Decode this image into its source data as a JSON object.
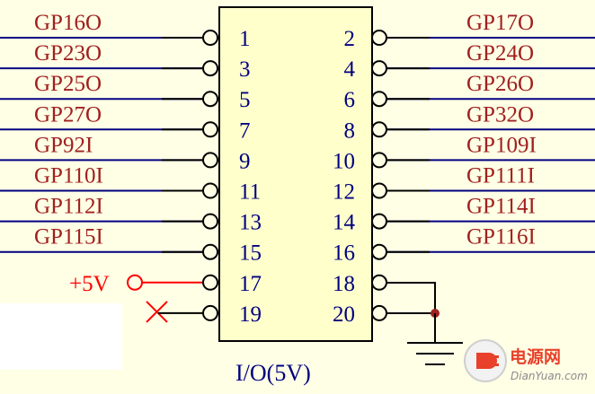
{
  "component": {
    "caption": "I/O(5V)",
    "left_pins": [
      {
        "signal": "GP16O",
        "number": "1"
      },
      {
        "signal": "GP23O",
        "number": "3"
      },
      {
        "signal": "GP25O",
        "number": "5"
      },
      {
        "signal": "GP27O",
        "number": "7"
      },
      {
        "signal": "GP92I",
        "number": "9"
      },
      {
        "signal": "GP110I",
        "number": "11"
      },
      {
        "signal": "GP112I",
        "number": "13"
      },
      {
        "signal": "GP115I",
        "number": "15"
      },
      {
        "signal": "+5V",
        "number": "17"
      },
      {
        "signal": "",
        "number": "19"
      }
    ],
    "right_pins": [
      {
        "signal": "GP17O",
        "number": "2"
      },
      {
        "signal": "GP24O",
        "number": "4"
      },
      {
        "signal": "GP26O",
        "number": "6"
      },
      {
        "signal": "GP32O",
        "number": "8"
      },
      {
        "signal": "GP109I",
        "number": "10"
      },
      {
        "signal": "GP111I",
        "number": "12"
      },
      {
        "signal": "GP114I",
        "number": "14"
      },
      {
        "signal": "GP116I",
        "number": "16"
      },
      {
        "signal": "",
        "number": "18"
      },
      {
        "signal": "",
        "number": "20"
      }
    ]
  },
  "watermark": {
    "text": "电源网",
    "url": "DianYuan.com"
  },
  "colors": {
    "background": "#FFFFE6",
    "component_fill": "#FFFFCC",
    "signal_text": "#A0201F",
    "pin_text": "#000080",
    "bus_line": "#000080",
    "power_text": "#FF0000",
    "no_connect": "#FF0000",
    "junction": "#A0201F"
  }
}
